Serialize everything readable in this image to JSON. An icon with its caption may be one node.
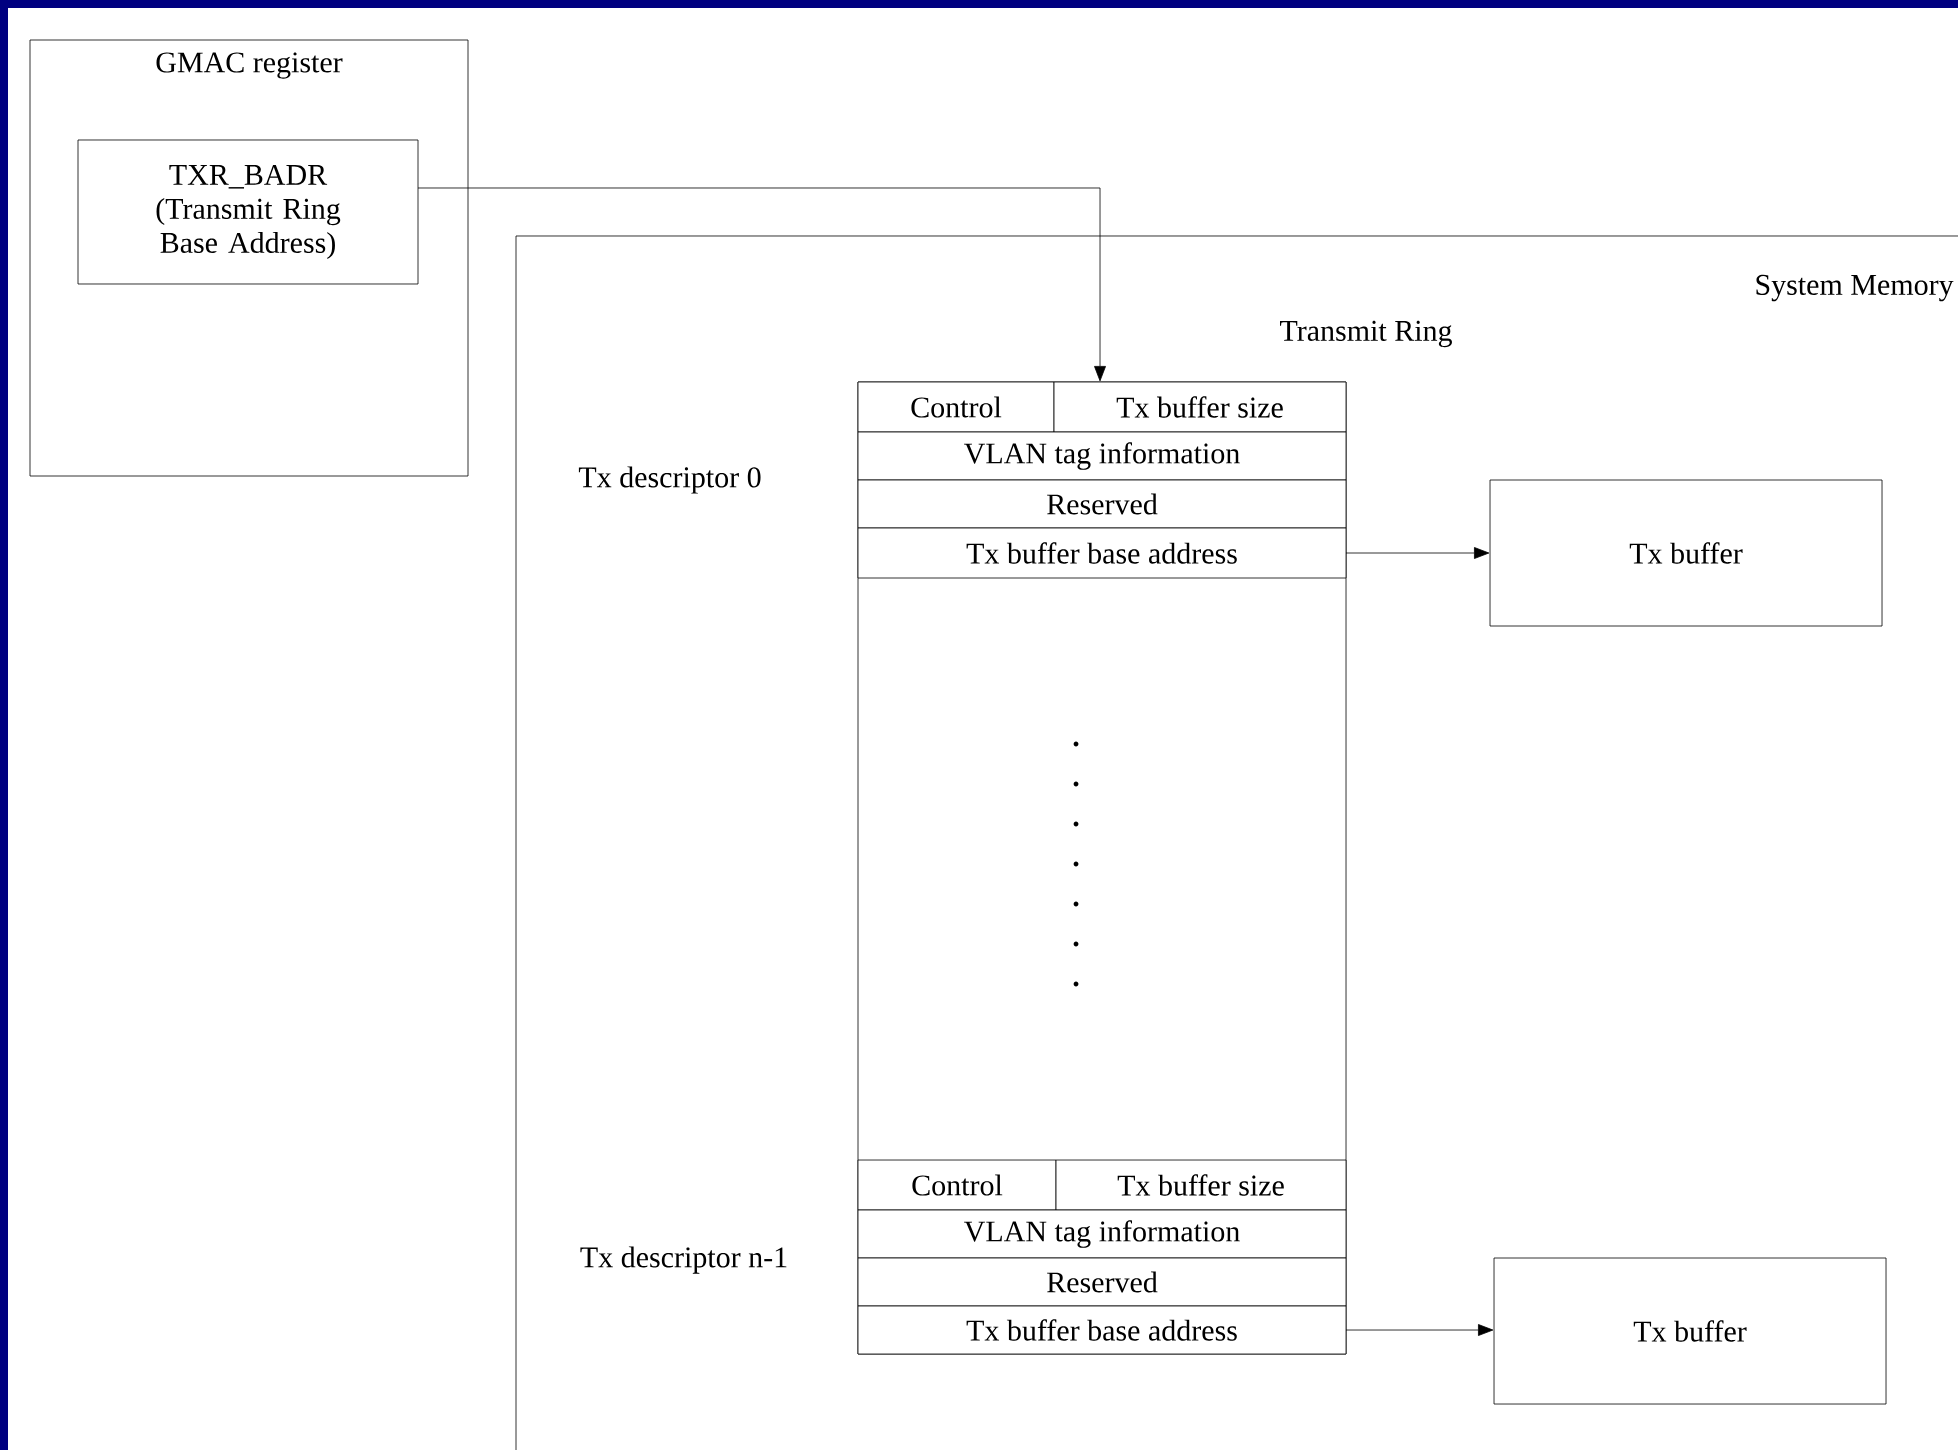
{
  "diagram": {
    "nodes": [
      {
        "text": [
          "GMAC register"
        ]
      },
      {
        "text": [
          "TXR_BADR (Transmit Ring Base Address)"
        ],
        "in": 0
      },
      {
        "text": [
          "System Memory"
        ]
      },
      {
        "text": [
          "Transmit Ring"
        ],
        "in": 2
      },
      {
        "text": [
          "Control"
        ],
        "in": 3
      },
      {
        "text": [
          "Tx buffer size"
        ],
        "in": 3
      },
      {
        "text": [
          "VLAN tag information"
        ],
        "in": 3
      },
      {
        "text": [
          "Reserved"
        ],
        "in": 3
      },
      {
        "text": [
          "Tx buffer base address"
        ],
        "in": 3
      },
      {
        "text": [
          "Control"
        ],
        "in": 3
      },
      {
        "text": [
          "Tx buffer size"
        ],
        "in": 3
      },
      {
        "text": [
          "VLAN tag information"
        ],
        "in": 3
      },
      {
        "text": [
          "Reserved"
        ],
        "in": 3
      },
      {
        "text": [
          "Tx buffer base address"
        ],
        "in": 3
      },
      {
        "text": [
          "Tx buffer"
        ],
        "in": 2
      },
      {
        "text": [
          "Tx buffer"
        ],
        "in": 2
      }
    ],
    "edges": [
      {
        "from": 1,
        "to": 3,
        "arrow": "to"
      },
      {
        "from": 8,
        "to": 14,
        "arrow": "to"
      },
      {
        "from": 13,
        "to": 15,
        "arrow": "to"
      }
    ],
    "labels": [
      "Tx descriptor 0",
      "Tx descriptor n-1"
    ]
  }
}
